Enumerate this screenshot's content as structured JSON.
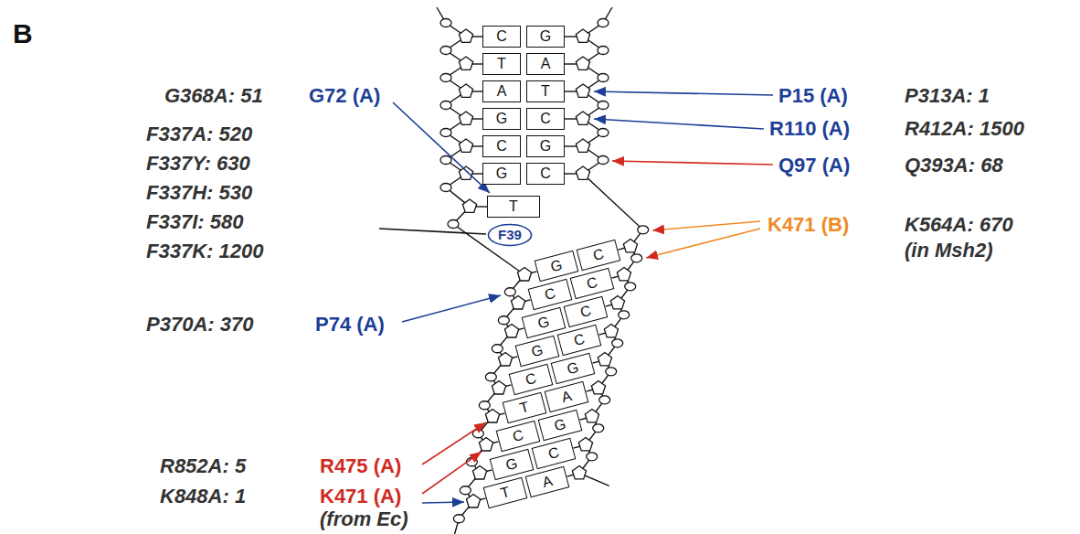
{
  "diagram": {
    "nodes": [
      {
        "text": [
          "C"
        ]
      },
      {
        "text": [
          "G"
        ]
      },
      {
        "text": [
          "T"
        ]
      },
      {
        "text": [
          "A"
        ]
      },
      {
        "text": [
          "A"
        ]
      },
      {
        "text": [
          "T"
        ]
      },
      {
        "text": [
          "G"
        ]
      },
      {
        "text": [
          "C"
        ]
      },
      {
        "text": [
          "C"
        ]
      },
      {
        "text": [
          "G"
        ]
      },
      {
        "text": [
          "G"
        ]
      },
      {
        "text": [
          "C"
        ]
      },
      {
        "text": [
          "T"
        ]
      },
      {
        "text": [
          "F39"
        ]
      },
      {
        "text": [
          "G"
        ]
      },
      {
        "text": [
          "C"
        ]
      },
      {
        "text": [
          "C"
        ]
      },
      {
        "text": [
          "C"
        ]
      },
      {
        "text": [
          "G"
        ]
      },
      {
        "text": [
          "C"
        ]
      },
      {
        "text": [
          "G"
        ]
      },
      {
        "text": [
          "C"
        ]
      },
      {
        "text": [
          "C"
        ]
      },
      {
        "text": [
          "G"
        ]
      },
      {
        "text": [
          "T"
        ]
      },
      {
        "text": [
          "A"
        ]
      },
      {
        "text": [
          "C"
        ]
      },
      {
        "text": [
          "G"
        ]
      },
      {
        "text": [
          "G"
        ]
      },
      {
        "text": [
          "C"
        ]
      },
      {
        "text": [
          "T"
        ]
      },
      {
        "text": [
          "A"
        ]
      }
    ],
    "labels": [
      "B",
      "G368A: 51",
      "G72 (A)",
      "F337A: 520",
      "F337Y: 630",
      "F337H: 530",
      "F337I: 580",
      "F337K: 1200",
      "P370A: 370",
      "P74 (A)",
      "P15 (A)",
      "P313A: 1",
      "R110 (A)",
      "R412A: 1500",
      "Q97 (A)",
      "Q393A: 68",
      "K471 (B)",
      "K564A: 670",
      "(in Msh2)",
      "R852A: 5",
      "R475 (A)",
      "K848A: 1",
      "K471 (A)",
      "(from Ec)"
    ]
  }
}
